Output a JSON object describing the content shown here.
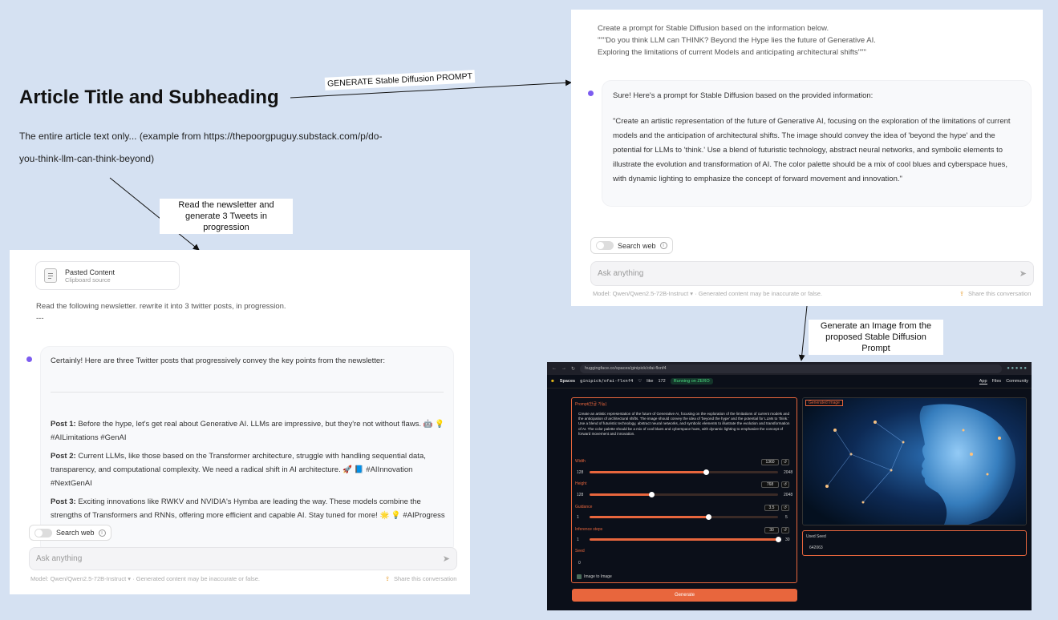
{
  "article": {
    "title": "Article Title and Subheading",
    "body": "The entire article text only... (example from https://thepoorgpuguy.substack.com/p/do-you-think-llm-can-think-beyond)"
  },
  "arrows": {
    "generate_prompt": "GENERATE Stable Diffusion PROMPT",
    "read_newsletter_line1": "Read the newsletter and",
    "read_newsletter_line2": "generate 3 Tweets in progression",
    "generate_image_line1": "Generate an Image from the",
    "generate_image_line2": "proposed Stable Diffusion Prompt"
  },
  "tweet_chat": {
    "pasted_title": "Pasted Content",
    "pasted_sub": "Clipboard source",
    "user_message": "Read the following newsletter.  rewrite it into 3 twitter posts, in progression.",
    "user_message_dashes": "---",
    "intro": "Certainly! Here are three Twitter posts that progressively convey the key points from the newsletter:",
    "posts": [
      {
        "label": "Post 1:",
        "text": "Before the hype, let's get real about Generative AI. LLMs are impressive, but they're not without flaws. 🤖 💡 #AILimitations #GenAI"
      },
      {
        "label": "Post 2:",
        "text": "Current LLMs, like those based on the Transformer architecture, struggle with handling sequential data, transparency, and computational complexity. We need a radical shift in AI architecture. 🚀 📘 #AIInnovation #NextGenAI"
      },
      {
        "label": "Post 3:",
        "text": "Exciting innovations like RWKV and NVIDIA's Hymba are leading the way. These models combine the strengths of Transformers and RNNs, offering more efficient and capable AI. Stay tuned for more! 🌟 💡 #AIProgress #FutureOfAI"
      }
    ],
    "search_web": "Search web",
    "ask_placeholder": "Ask anything",
    "footer": "Model: Qwen/Qwen2.5-72B-Instruct ▾  · Generated content may be inaccurate or false.",
    "share": "Share this conversation"
  },
  "prompt_chat": {
    "user_line1": "Create a prompt for Stable Diffusion based on the information below.",
    "user_line2": "\"\"\"Do you think LLM can THINK? Beyond the Hype lies the future of Generative AI.",
    "user_line3": "Exploring the limitations of current Models and anticipating architectural shifts\"\"\"",
    "reply_intro": "Sure! Here's a prompt for Stable Diffusion based on the provided information:",
    "reply_prompt": "\"Create an artistic representation of the future of Generative AI, focusing on the exploration of the limitations of current models and the anticipation of architectural shifts. The image should convey the idea of 'beyond the hype' and the potential for LLMs to 'think.' Use a blend of futuristic technology, abstract neural networks, and symbolic elements to illustrate the evolution and transformation of AI. The color palette should be a mix of cool blues and cyberspace hues, with dynamic lighting to emphasize the concept of forward movement and innovation.\"",
    "search_web": "Search web",
    "ask_placeholder": "Ask anything",
    "footer": "Model: Qwen/Qwen2.5-72B-Instruct ▾  · Generated content may be inaccurate or false.",
    "share": "Share this conversation"
  },
  "hf_space": {
    "url": "huggingface.co/spaces/ginipick/ofai-flxnf4",
    "spaces": "Spaces",
    "repo": "ginipick/ofai-flxnf4",
    "like": "like",
    "likes": "172",
    "status": "Running on ZERO",
    "tab_app": "App",
    "tab_files": "Files",
    "tab_community": "Community",
    "prompt_label": "Prompt(한글 가능)",
    "prompt_text": "Create an artistic representation of the future of Generative AI, focusing on the exploration of the limitations of current models and the anticipation of architectural shifts. The image should convey the idea of 'beyond the hype' and the potential for LLMs to 'think.' Use a blend of futuristic technology, abstract neural networks, and symbolic elements to illustrate the evolution and transformation of AI. The color palette should be a mix of cool blues and cyberspace hues, with dynamic lighting to emphasize the concept of forward movement and innovation.",
    "width_label": "Width",
    "width_value": "1360",
    "width_min": "128",
    "width_max": "2048",
    "width_level": 0.62,
    "height_label": "Height",
    "height_value": "768",
    "height_min": "128",
    "height_max": "2048",
    "height_level": 0.33,
    "guidance_label": "Guidance",
    "guidance_value": "3.5",
    "guidance_min": "1",
    "guidance_max": "5",
    "guidance_level": 0.63,
    "steps_label": "Inference steps",
    "steps_value": "30",
    "steps_min": "1",
    "steps_max": "30",
    "steps_level": 1.0,
    "seed_label": "Seed",
    "seed_value": "0",
    "img2img_label": "Image to Image",
    "generated_label": "Generated Image",
    "used_seed_label": "Used Seed",
    "used_seed_value": "642063",
    "generate_button": "Generate",
    "accent": "#e8663d"
  }
}
